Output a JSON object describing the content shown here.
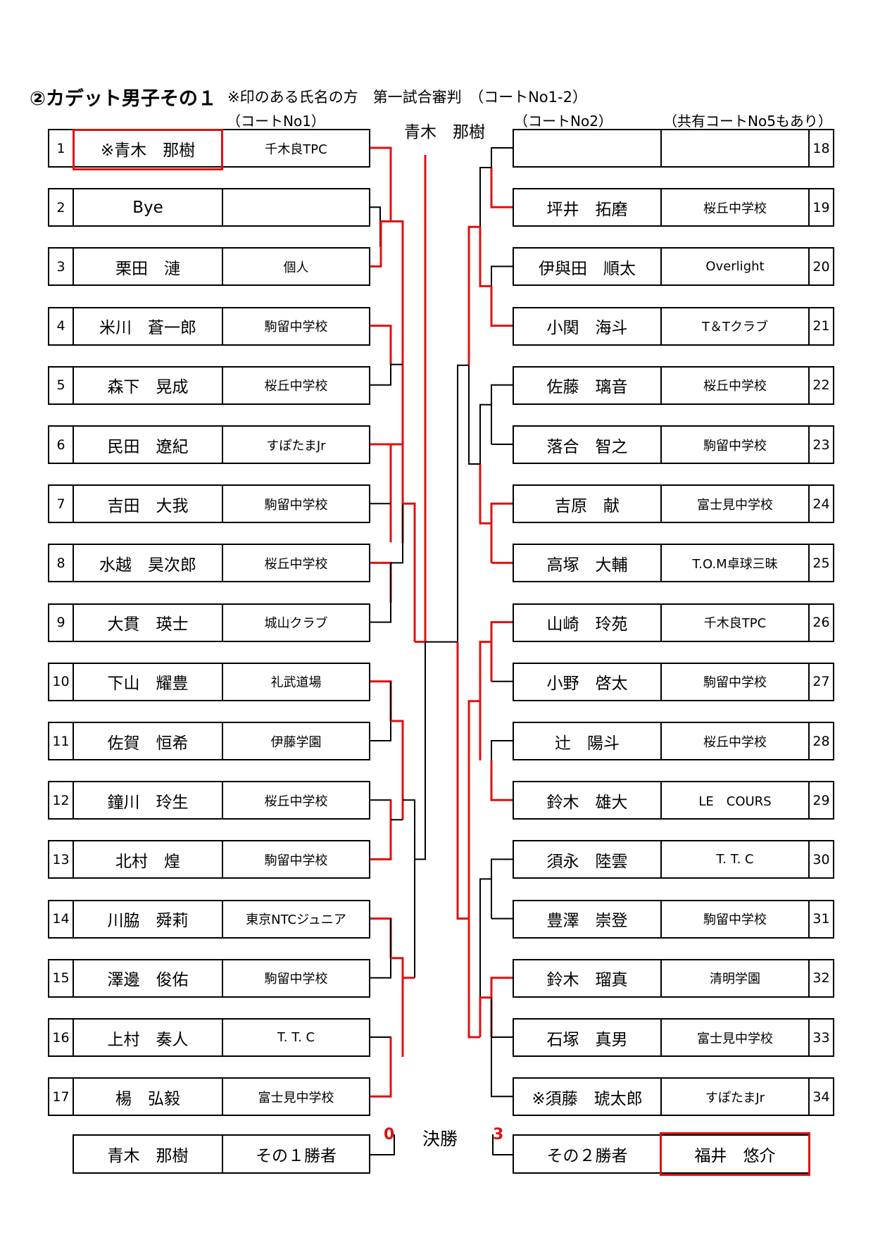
{
  "header": {
    "title": "②カデット男子その１",
    "subtitle": "※印のある氏名の方　第一試合審判　（コートNo1-2）",
    "court_left": "（コートNo1）",
    "court_right": "（コートNo2）",
    "court_shared": "（共有コートNo5もあり）",
    "block_winner": "青木　那樹"
  },
  "left_players": [
    {
      "num": "1",
      "name": "※青木　那樹",
      "club": "千木良TPC"
    },
    {
      "num": "2",
      "name": "Bye",
      "club": ""
    },
    {
      "num": "3",
      "name": "栗田　漣",
      "club": "個人"
    },
    {
      "num": "4",
      "name": "米川　蒼一郎",
      "club": "駒留中学校"
    },
    {
      "num": "5",
      "name": "森下　晃成",
      "club": "桜丘中学校"
    },
    {
      "num": "6",
      "name": "民田　遼紀",
      "club": "すぽたまJr"
    },
    {
      "num": "7",
      "name": "吉田　大我",
      "club": "駒留中学校"
    },
    {
      "num": "8",
      "name": "水越　昊次郎",
      "club": "桜丘中学校"
    },
    {
      "num": "9",
      "name": "大貫　瑛士",
      "club": "城山クラブ"
    },
    {
      "num": "10",
      "name": "下山　耀豊",
      "club": "礼武道場"
    },
    {
      "num": "11",
      "name": "佐賀　恒希",
      "club": "伊藤学園"
    },
    {
      "num": "12",
      "name": "鐘川　玲生",
      "club": "桜丘中学校"
    },
    {
      "num": "13",
      "name": "北村　煌",
      "club": "駒留中学校"
    },
    {
      "num": "14",
      "name": "川脇　舜莉",
      "club": "東京NTCジュニア"
    },
    {
      "num": "15",
      "name": "澤邊　俊佑",
      "club": "駒留中学校"
    },
    {
      "num": "16",
      "name": "上村　奏人",
      "club": "T. T. C"
    },
    {
      "num": "17",
      "name": "楊　弘毅",
      "club": "富士見中学校"
    }
  ],
  "right_players": [
    {
      "num": "18",
      "name": "",
      "club": ""
    },
    {
      "num": "19",
      "name": "坪井　拓磨",
      "club": "桜丘中学校"
    },
    {
      "num": "20",
      "name": "伊與田　順太",
      "club": "Overlight"
    },
    {
      "num": "21",
      "name": "小関　海斗",
      "club": "T＆Tクラブ"
    },
    {
      "num": "22",
      "name": "佐藤　璃音",
      "club": "桜丘中学校"
    },
    {
      "num": "23",
      "name": "落合　智之",
      "club": "駒留中学校"
    },
    {
      "num": "24",
      "name": "吉原　献",
      "club": "富士見中学校"
    },
    {
      "num": "25",
      "name": "高塚　大輔",
      "club": "T.O.M卓球三昧"
    },
    {
      "num": "26",
      "name": "山崎　玲苑",
      "club": "千木良TPC"
    },
    {
      "num": "27",
      "name": "小野　啓太",
      "club": "駒留中学校"
    },
    {
      "num": "28",
      "name": "辻　陽斗",
      "club": "桜丘中学校"
    },
    {
      "num": "29",
      "name": "鈴木　雄大",
      "club": "LE　COURS"
    },
    {
      "num": "30",
      "name": "須永　陸雲",
      "club": "T. T. C"
    },
    {
      "num": "31",
      "name": "豊澤　崇登",
      "club": "駒留中学校"
    },
    {
      "num": "32",
      "name": "鈴木　瑠真",
      "club": "清明学園"
    },
    {
      "num": "33",
      "name": "石塚　真男",
      "club": "富士見中学校"
    },
    {
      "num": "34",
      "name": "※須藤　琥太郎",
      "club": "すぽたまJr"
    }
  ],
  "final": {
    "label": "決勝",
    "left_name": "青木　那樹",
    "left_label": "その１勝者",
    "right_label": "その２勝者",
    "right_name": "福井　悠介",
    "score_left": "0",
    "score_right": "3"
  },
  "colors": {
    "winner_line": "#e01010",
    "line": "#000000"
  }
}
